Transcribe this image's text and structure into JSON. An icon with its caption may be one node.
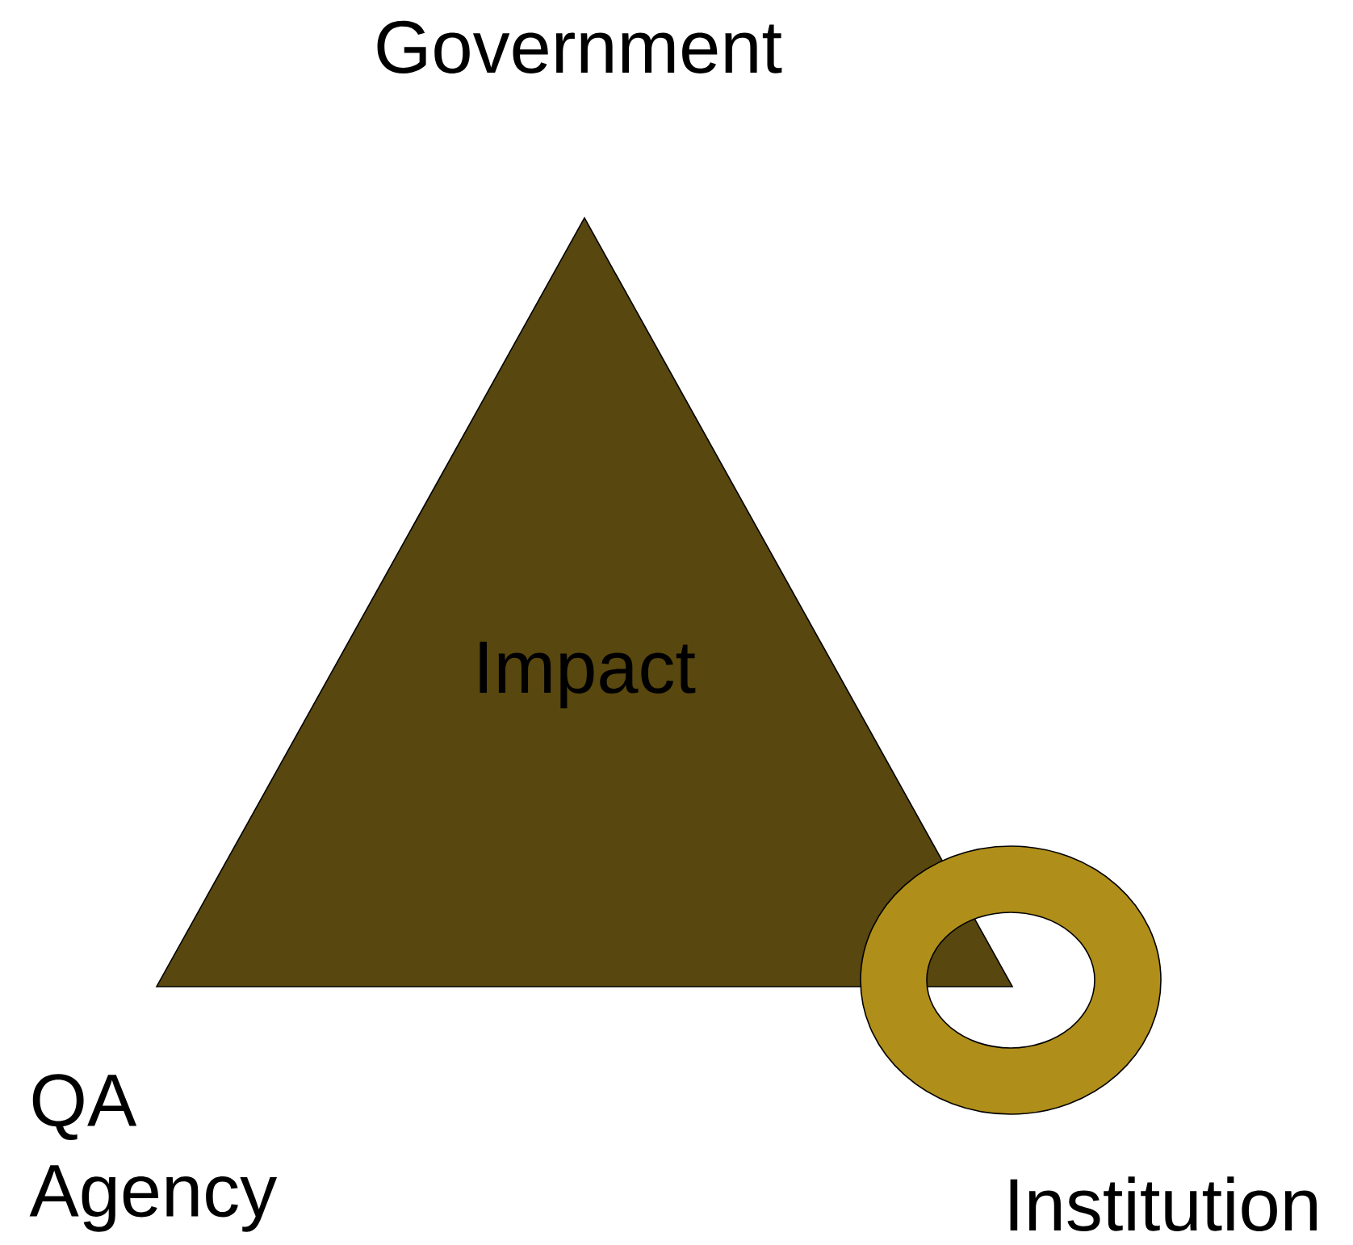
{
  "diagram": {
    "title": "Government",
    "nodes": [
      {
        "text": [
          "Impact"
        ]
      },
      {
        "text": [],
        "shape": "ring"
      }
    ],
    "labels": [
      "QA Agency",
      "Institution"
    ]
  }
}
